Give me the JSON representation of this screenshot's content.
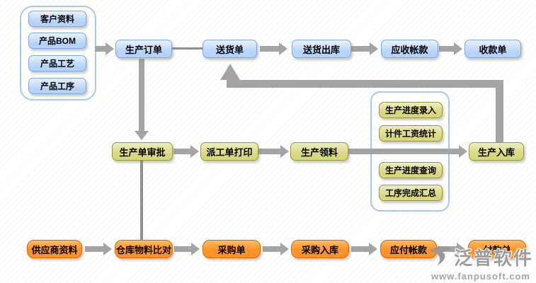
{
  "nodes": {
    "customer_info": "客户资料",
    "product_bom": "产品BOM",
    "product_craft": "产品工艺",
    "product_process": "产品工序",
    "production_order": "生产订单",
    "delivery_note": "送货单",
    "delivery_outbound": "送货出库",
    "receivable": "应收帐款",
    "receipt": "收款单",
    "order_approval": "生产单审批",
    "work_order_print": "派工单打印",
    "production_picking": "生产领料",
    "production_inbound": "生产入库",
    "progress_entry": "生产进度录入",
    "piecework_salary_stats": "计件工资统计",
    "progress_query": "生产进度查询",
    "process_completion_summary": "工序完成汇总",
    "supplier_info": "供应商资料",
    "warehouse_material_compare": "仓库物料比对",
    "purchase_order": "采购单",
    "purchase_inbound": "采购入库",
    "payable": "应付帐款",
    "payment": "付款单"
  },
  "watermark": {
    "brand": "泛普软件",
    "url": "www.fanpusoft.com"
  },
  "colors": {
    "sales_node_fill": "#b5d3f8",
    "production_node_fill": "#d8d77c",
    "purchase_node_fill": "#ff9327",
    "group_border": "#a9c7ef",
    "arrow": "#a4a4a4"
  }
}
